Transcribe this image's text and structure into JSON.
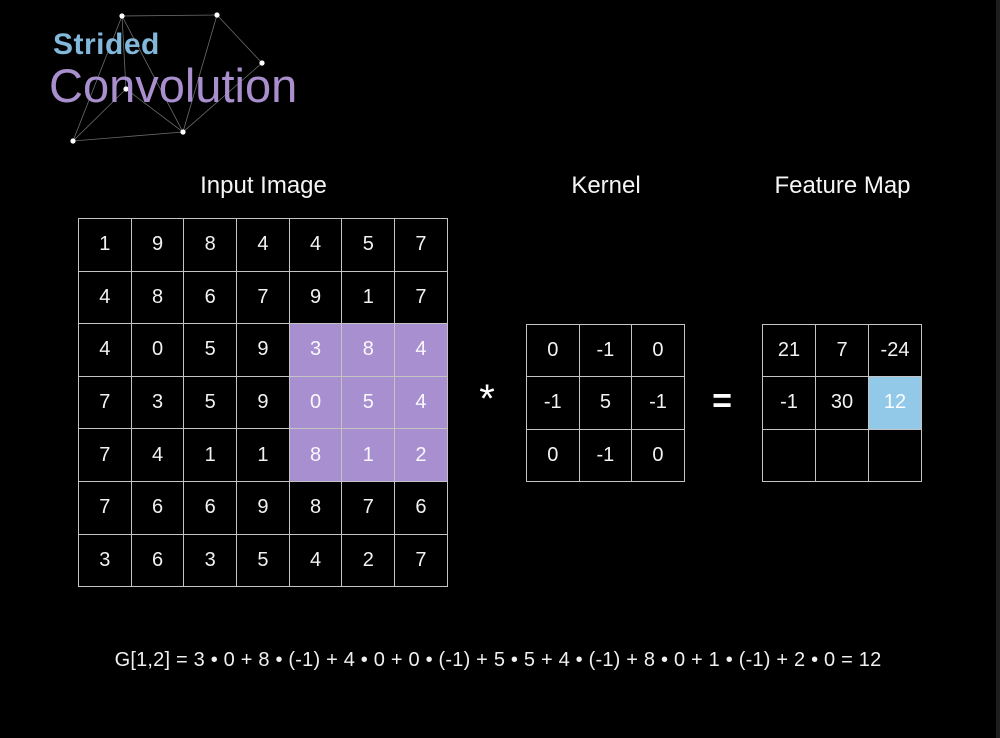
{
  "title": {
    "line1": "Strided",
    "line2": "Convolution"
  },
  "colors": {
    "accent_blue": "#82b8da",
    "accent_purple": "#a98fce",
    "cell_highlight_purple": "#a88fd0",
    "cell_highlight_blue": "#92c8e8",
    "grid_line": "#c4c4c4",
    "background": "#000000",
    "text": "#f2f2f2"
  },
  "decoration": {
    "icon": "network-graph"
  },
  "sections": {
    "input": {
      "label": "Input Image",
      "grid": [
        [
          "1",
          "9",
          "8",
          "4",
          "4",
          "5",
          "7"
        ],
        [
          "4",
          "8",
          "6",
          "7",
          "9",
          "1",
          "7"
        ],
        [
          "4",
          "0",
          "5",
          "9",
          "3",
          "8",
          "4"
        ],
        [
          "7",
          "3",
          "5",
          "9",
          "0",
          "5",
          "4"
        ],
        [
          "7",
          "4",
          "1",
          "1",
          "8",
          "1",
          "2"
        ],
        [
          "7",
          "6",
          "6",
          "9",
          "8",
          "7",
          "6"
        ],
        [
          "3",
          "6",
          "3",
          "5",
          "4",
          "2",
          "7"
        ]
      ],
      "highlight_cells": [
        [
          2,
          4
        ],
        [
          2,
          5
        ],
        [
          2,
          6
        ],
        [
          3,
          4
        ],
        [
          3,
          5
        ],
        [
          3,
          6
        ],
        [
          4,
          4
        ],
        [
          4,
          5
        ],
        [
          4,
          6
        ]
      ]
    },
    "kernel": {
      "label": "Kernel",
      "grid": [
        [
          "0",
          "-1",
          "0"
        ],
        [
          "-1",
          "5",
          "-1"
        ],
        [
          "0",
          "-1",
          "0"
        ]
      ],
      "highlight_cells": []
    },
    "feature": {
      "label": "Feature Map",
      "grid": [
        [
          "21",
          "7",
          "-24"
        ],
        [
          "-1",
          "30",
          "12"
        ],
        [
          "",
          "",
          ""
        ]
      ],
      "highlight_cells": [
        [
          1,
          2
        ]
      ]
    }
  },
  "operators": {
    "convolve": "*",
    "equals": "="
  },
  "formula": "G[1,2] = 3 • 0 + 8 • (-1) + 4 • 0 + 0 • (-1) + 5 • 5 + 4 • (-1) + 8 • 0 + 1 • (-1) + 2 • 0 = 12"
}
